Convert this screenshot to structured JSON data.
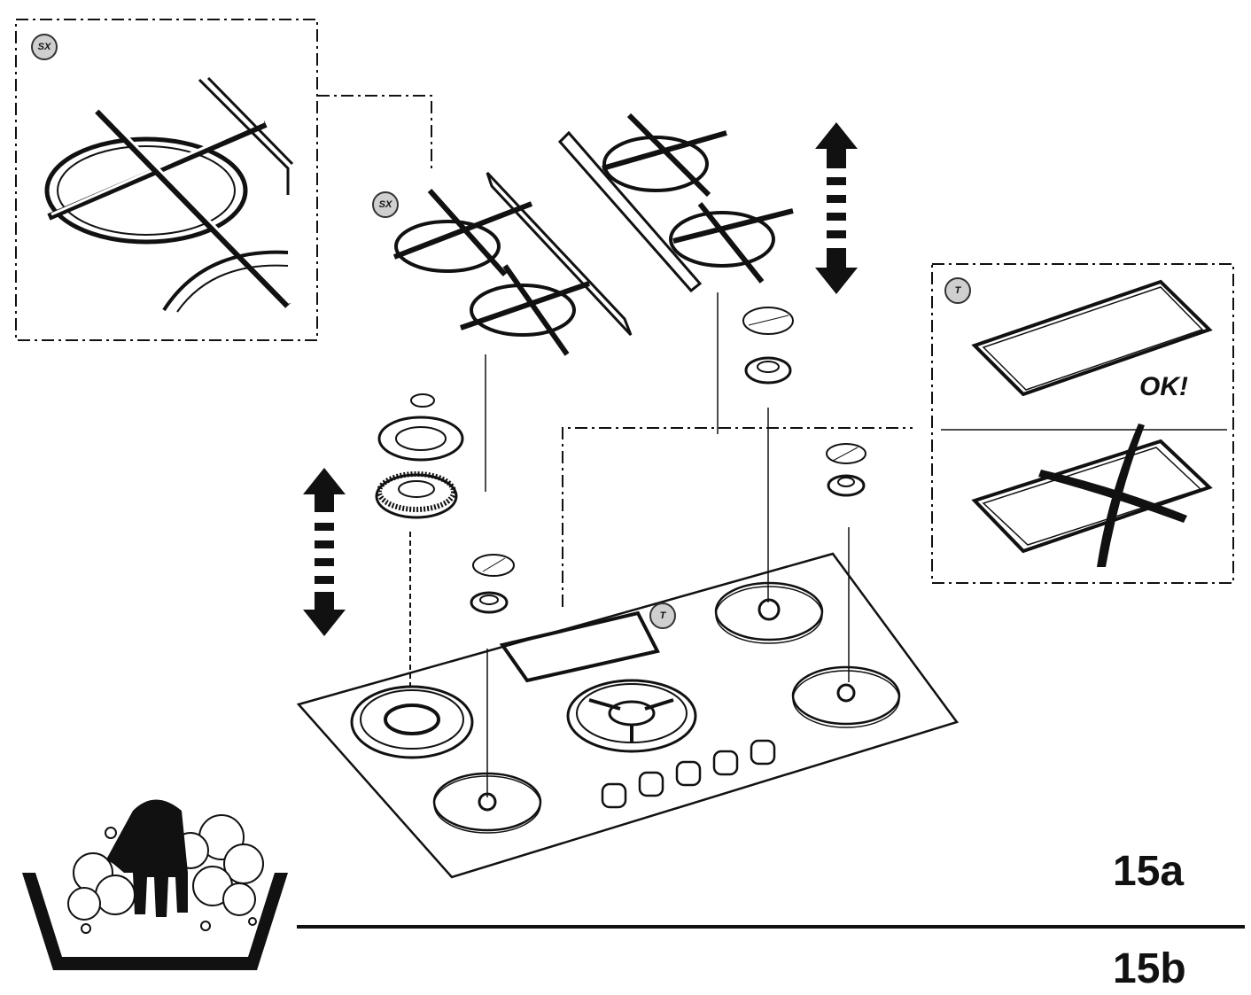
{
  "badges": {
    "sx_detail": "SX",
    "sx_grid": "SX",
    "t_hob": "T",
    "t_detail": "T"
  },
  "labels": {
    "ok": "OK!",
    "figure_a": "15a",
    "figure_b": "15b"
  },
  "icons": [
    "wash-basin-hand-icon",
    "double-arrow-icon",
    "cross-mark-icon"
  ],
  "colors": {
    "line": "#111111",
    "badge_fill": "#cfcfcf"
  }
}
